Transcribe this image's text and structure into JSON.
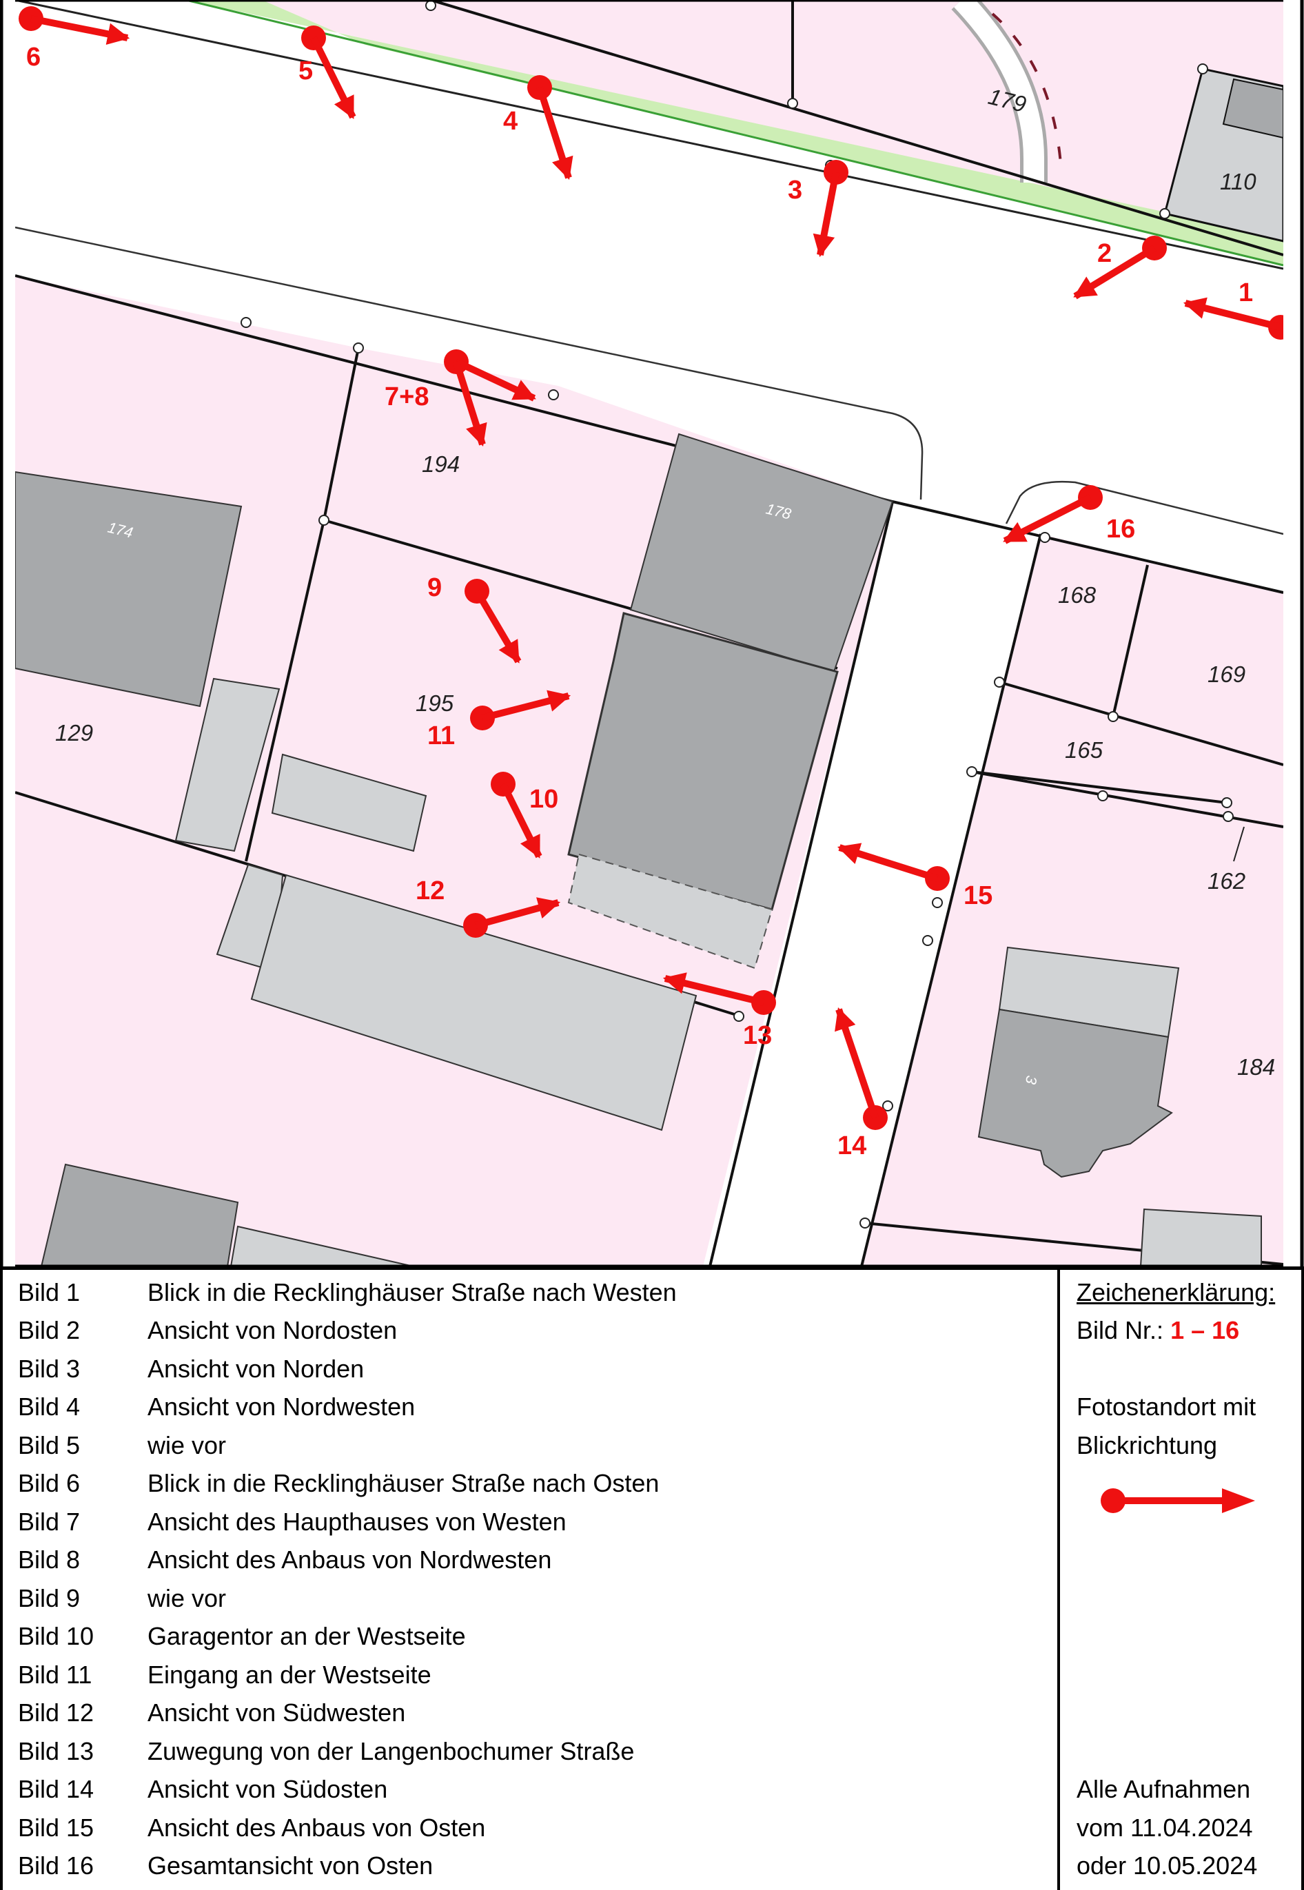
{
  "map": {
    "parcel_numbers": [
      "110",
      "179",
      "194",
      "174",
      "178",
      "168",
      "169",
      "129",
      "195",
      "165",
      "162",
      "3",
      "184"
    ],
    "markers": [
      {
        "label": "1"
      },
      {
        "label": "2"
      },
      {
        "label": "3"
      },
      {
        "label": "4"
      },
      {
        "label": "5"
      },
      {
        "label": "6"
      },
      {
        "label": "7+8"
      },
      {
        "label": "9"
      },
      {
        "label": "10"
      },
      {
        "label": "11"
      },
      {
        "label": "12"
      },
      {
        "label": "13"
      },
      {
        "label": "14"
      },
      {
        "label": "15"
      },
      {
        "label": "16"
      }
    ],
    "colors": {
      "parcel_fill": "#fde8f3",
      "building_dark": "#a7a9ab",
      "building_light": "#d1d3d5",
      "green_strip": "#cdeeb5",
      "marker_red": "#ee1111",
      "road": "#ffffff"
    }
  },
  "legend": {
    "photos": [
      {
        "id": "Bild 1",
        "desc": "Blick in die Recklinghäuser Straße nach Westen"
      },
      {
        "id": "Bild 2",
        "desc": "Ansicht von Nordosten"
      },
      {
        "id": "Bild 3",
        "desc": "Ansicht von Norden"
      },
      {
        "id": "Bild 4",
        "desc": "Ansicht von Nordwesten"
      },
      {
        "id": "Bild 5",
        "desc": "wie vor"
      },
      {
        "id": "Bild 6",
        "desc": "Blick in die Recklinghäuser Straße nach Osten"
      },
      {
        "id": "Bild 7",
        "desc": "Ansicht des Haupthauses von Westen"
      },
      {
        "id": "Bild 8",
        "desc": "Ansicht des Anbaus von Nordwesten"
      },
      {
        "id": "Bild 9",
        "desc": "wie vor"
      },
      {
        "id": "Bild 10",
        "desc": "Garagentor an der Westseite"
      },
      {
        "id": "Bild 11",
        "desc": "Eingang an der Westseite"
      },
      {
        "id": "Bild 12",
        "desc": "Ansicht von Südwesten"
      },
      {
        "id": "Bild 13",
        "desc": "Zuwegung von der Langenbochumer Straße"
      },
      {
        "id": "Bild 14",
        "desc": "Ansicht von Südosten"
      },
      {
        "id": "Bild 15",
        "desc": "Ansicht des Anbaus von Osten"
      },
      {
        "id": "Bild 16",
        "desc": "Gesamtansicht von Osten"
      }
    ],
    "key": {
      "title": "Zeichenerklärung:",
      "bild_prefix": "Bild Nr.:",
      "bild_range": "1 – 16",
      "symbol_line1": "Fotostandort mit",
      "symbol_line2": "Blickrichtung",
      "dates_line1": "Alle Aufnahmen",
      "dates_line2": "vom 11.04.2024",
      "dates_line3": "oder 10.05.2024"
    }
  }
}
